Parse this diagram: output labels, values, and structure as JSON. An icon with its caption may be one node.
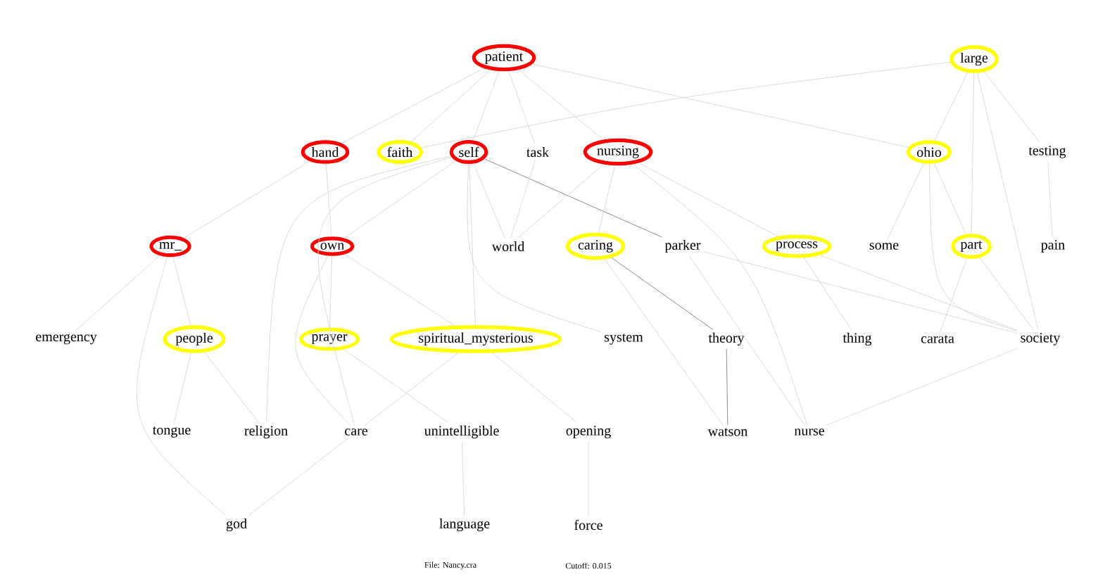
{
  "diagram": {
    "nodes": [
      {
        "text": [
          "patient"
        ]
      },
      {
        "text": [
          "large"
        ]
      },
      {
        "text": [
          "hand"
        ]
      },
      {
        "text": [
          "faith"
        ]
      },
      {
        "text": [
          "self"
        ]
      },
      {
        "text": [
          "task"
        ]
      },
      {
        "text": [
          "nursing"
        ]
      },
      {
        "text": [
          "ohio"
        ]
      },
      {
        "text": [
          "testing"
        ]
      },
      {
        "text": [
          "mr_"
        ]
      },
      {
        "text": [
          "own"
        ]
      },
      {
        "text": [
          "world"
        ]
      },
      {
        "text": [
          "caring"
        ]
      },
      {
        "text": [
          "parker"
        ]
      },
      {
        "text": [
          "process"
        ]
      },
      {
        "text": [
          "some"
        ]
      },
      {
        "text": [
          "part"
        ]
      },
      {
        "text": [
          "pain"
        ]
      },
      {
        "text": [
          "emergency"
        ]
      },
      {
        "text": [
          "people"
        ]
      },
      {
        "text": [
          "prayer"
        ]
      },
      {
        "text": [
          "spiritual_mysterious"
        ]
      },
      {
        "text": [
          "system"
        ]
      },
      {
        "text": [
          "theory"
        ]
      },
      {
        "text": [
          "thing"
        ]
      },
      {
        "text": [
          "carata"
        ]
      },
      {
        "text": [
          "society"
        ]
      },
      {
        "text": [
          "tongue"
        ]
      },
      {
        "text": [
          "religion"
        ]
      },
      {
        "text": [
          "care"
        ]
      },
      {
        "text": [
          "unintelligible"
        ]
      },
      {
        "text": [
          "opening"
        ]
      },
      {
        "text": [
          "watson"
        ]
      },
      {
        "text": [
          "nurse"
        ]
      },
      {
        "text": [
          "god"
        ]
      },
      {
        "text": [
          "language"
        ]
      },
      {
        "text": [
          "force"
        ]
      }
    ],
    "edges": [
      {
        "from": 0,
        "to": 2,
        "arrow": "none"
      },
      {
        "from": 0,
        "to": 3,
        "arrow": "none"
      },
      {
        "from": 0,
        "to": 4,
        "arrow": "none"
      },
      {
        "from": 0,
        "to": 5,
        "arrow": "none"
      },
      {
        "from": 0,
        "to": 6,
        "arrow": "none"
      },
      {
        "from": 0,
        "to": 7,
        "arrow": "none"
      },
      {
        "from": 1,
        "to": 3,
        "arrow": "none"
      },
      {
        "from": 1,
        "to": 7,
        "arrow": "none"
      },
      {
        "from": 1,
        "to": 16,
        "arrow": "none"
      },
      {
        "from": 1,
        "to": 8,
        "arrow": "none"
      },
      {
        "from": 1,
        "to": 26,
        "arrow": "none"
      },
      {
        "from": 2,
        "to": 9,
        "arrow": "none"
      },
      {
        "from": 2,
        "to": 10,
        "arrow": "none"
      },
      {
        "from": 4,
        "to": 28,
        "arrow": "none"
      },
      {
        "from": 4,
        "to": 29,
        "arrow": "none"
      },
      {
        "from": 4,
        "to": 10,
        "arrow": "none"
      },
      {
        "from": 4,
        "to": 11,
        "arrow": "none"
      },
      {
        "from": 4,
        "to": 22,
        "arrow": "none"
      },
      {
        "from": 4,
        "to": 21,
        "arrow": "none"
      },
      {
        "from": 4,
        "to": 13,
        "arrow": "none",
        "color": "#8c8c8c"
      },
      {
        "from": 5,
        "to": 11,
        "arrow": "none"
      },
      {
        "from": 6,
        "to": 12,
        "arrow": "none"
      },
      {
        "from": 6,
        "to": 11,
        "arrow": "none"
      },
      {
        "from": 6,
        "to": 14,
        "arrow": "none"
      },
      {
        "from": 6,
        "to": 33,
        "arrow": "none"
      },
      {
        "from": 7,
        "to": 15,
        "arrow": "none"
      },
      {
        "from": 7,
        "to": 16,
        "arrow": "none"
      },
      {
        "from": 7,
        "to": 26,
        "arrow": "none"
      },
      {
        "from": 8,
        "to": 17,
        "arrow": "none"
      },
      {
        "from": 9,
        "to": 18,
        "arrow": "none"
      },
      {
        "from": 9,
        "to": 19,
        "arrow": "none"
      },
      {
        "from": 9,
        "to": 34,
        "arrow": "none"
      },
      {
        "from": 10,
        "to": 20,
        "arrow": "none"
      },
      {
        "from": 10,
        "to": 29,
        "arrow": "none"
      },
      {
        "from": 10,
        "to": 21,
        "arrow": "none"
      },
      {
        "from": 12,
        "to": 23,
        "arrow": "none",
        "color": "#8c8c8c"
      },
      {
        "from": 12,
        "to": 32,
        "arrow": "none"
      },
      {
        "from": 13,
        "to": 26,
        "arrow": "none"
      },
      {
        "from": 14,
        "to": 24,
        "arrow": "none"
      },
      {
        "from": 14,
        "to": 26,
        "arrow": "none"
      },
      {
        "from": 16,
        "to": 25,
        "arrow": "none"
      },
      {
        "from": 16,
        "to": 26,
        "arrow": "none"
      },
      {
        "from": 19,
        "to": 27,
        "arrow": "none"
      },
      {
        "from": 19,
        "to": 28,
        "arrow": "none"
      },
      {
        "from": 20,
        "to": 30,
        "arrow": "none"
      },
      {
        "from": 21,
        "to": 29,
        "arrow": "none"
      },
      {
        "from": 21,
        "to": 31,
        "arrow": "none"
      },
      {
        "from": 23,
        "to": 32,
        "arrow": "none",
        "color": "#8c8c8c"
      },
      {
        "from": 33,
        "to": 26,
        "arrow": "none"
      },
      {
        "from": 29,
        "to": 34,
        "arrow": "none"
      },
      {
        "from": 30,
        "to": 35,
        "arrow": "none"
      },
      {
        "from": 31,
        "to": 36,
        "arrow": "none"
      },
      {
        "from": 13,
        "to": 33,
        "arrow": "none"
      }
    ],
    "labels": [
      "File: Nancy.cra",
      "Cutoff: 0.015"
    ]
  }
}
